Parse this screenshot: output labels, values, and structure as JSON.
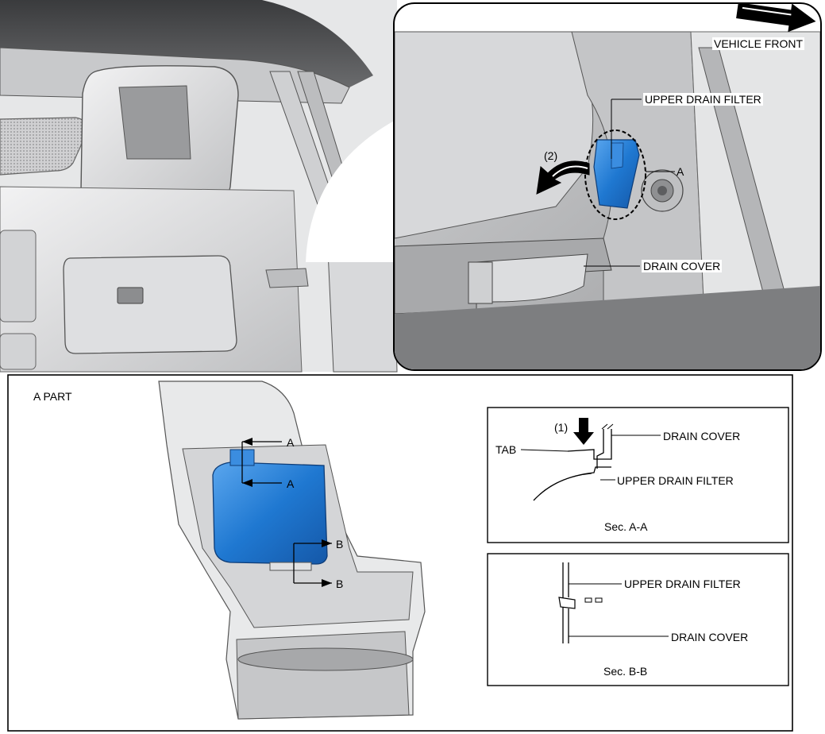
{
  "labels": {
    "vehicle_front": "VEHICLE FRONT",
    "upper_drain_filter": "UPPER DRAIN FILTER",
    "drain_cover": "DRAIN COVER",
    "step_2": "(2)",
    "point_a": "A",
    "a_part": "A PART",
    "section_a_arrow": "A",
    "section_b_arrow": "B",
    "sec_aa": {
      "step_1": "(1)",
      "tab": "TAB",
      "drain_cover": "DRAIN COVER",
      "upper_drain_filter": "UPPER DRAIN FILTER",
      "caption": "Sec. A-A"
    },
    "sec_bb": {
      "upper_drain_filter": "UPPER DRAIN FILTER",
      "drain_cover": "DRAIN COVER",
      "caption": "Sec. B-B"
    }
  },
  "colors": {
    "part_highlight": "#1f78d1",
    "part_highlight_dark": "#1558a8",
    "panel_gray": "#d9dadb",
    "line": "#000000"
  },
  "icons": {
    "direction": "vehicle-front-arrow-icon",
    "rotate": "curved-arrow-icon",
    "push": "push-down-arrow-icon"
  }
}
